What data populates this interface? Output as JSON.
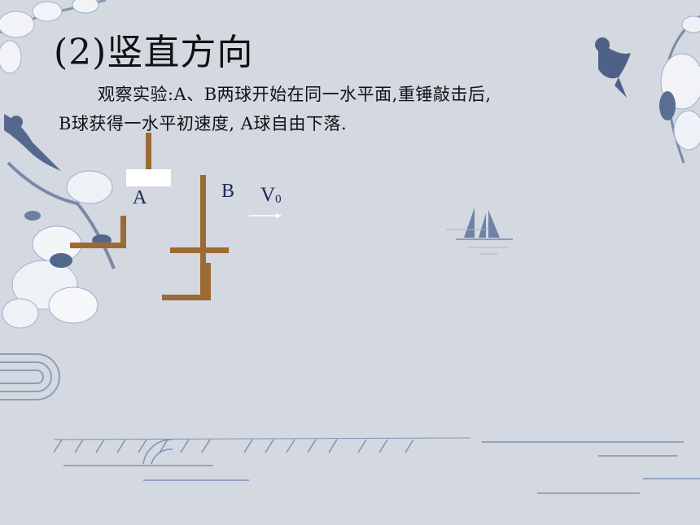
{
  "slide": {
    "title": "(2)竖直方向",
    "text_line1": "观察实验:A、B两球开始在同一水平面,重锤敲击后,",
    "text_line2": "B球获得一水平初速度, A球自由下落."
  },
  "diagram": {
    "label_a": "A",
    "label_b": "B",
    "label_v": "V",
    "label_v_sub": "0"
  },
  "colors": {
    "background": "#d3d8e1",
    "apparatus": "#9c6a34",
    "label": "#1e2a55",
    "decor": "#7f93b3"
  }
}
